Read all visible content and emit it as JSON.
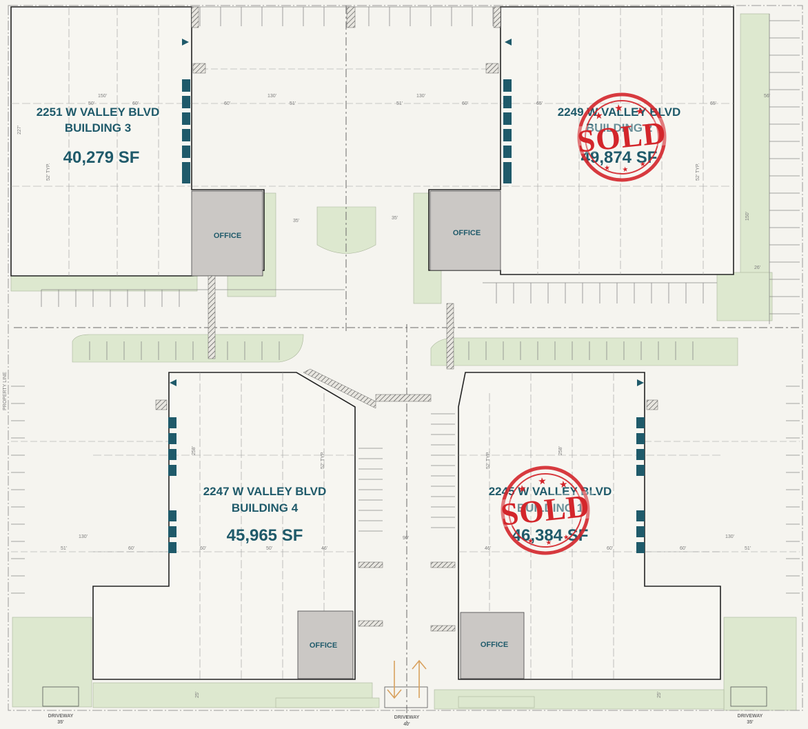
{
  "buildings": [
    {
      "address": "2251 W VALLEY BLVD",
      "name": "BUILDING 3",
      "area": "40,279 SF",
      "sold": false
    },
    {
      "address": "2249 W VALLEY BLVD",
      "name": "BUILDING 2",
      "area": "49,874 SF",
      "sold": true
    },
    {
      "address": "2247 W VALLEY BLVD",
      "name": "BUILDING 4",
      "area": "45,965 SF",
      "sold": false
    },
    {
      "address": "2245 W VALLEY BLVD",
      "name": "BUILDING 1",
      "area": "46,384 SF",
      "sold": true
    }
  ],
  "office_label": "OFFICE",
  "sold_stamp": "SOLD",
  "driveways": [
    {
      "label": "DRIVEWAY",
      "width": "35'"
    },
    {
      "label": "DRIVEWAY",
      "width": "40'"
    },
    {
      "label": "DRIVEWAY",
      "width": "35'"
    }
  ],
  "property_line": "PROPERTY LINE",
  "dimensions": {
    "d150": "150'",
    "d130": "130'",
    "d60": "60'",
    "d51": "51'",
    "d50": "50'",
    "d65": "65'",
    "d56": "56'",
    "d35": "35'",
    "d26": "26'",
    "d46": "46'",
    "d227": "227'",
    "d258": "258'",
    "d52typ": "52' TYP.",
    "d25": "25'",
    "d90": "90'"
  },
  "colors": {
    "background": "#f5f4ef",
    "landscape": "#dde8cf",
    "office": "#cbc8c5",
    "dock_door": "#1f5a6a",
    "label": "#1f5a6a",
    "sold_stamp": "#d3262b",
    "arrow": "#d9a15e"
  }
}
